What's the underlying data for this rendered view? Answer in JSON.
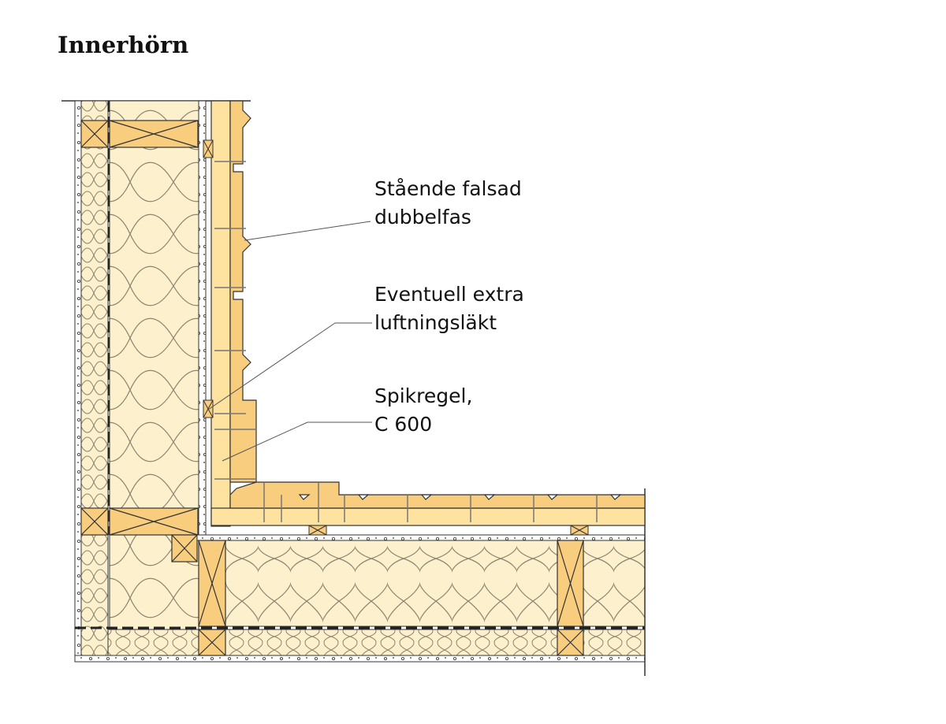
{
  "title": "Innerhörn",
  "labels": [
    {
      "line1": "Stående falsad",
      "line2": "dubbelfas"
    },
    {
      "line1": "Eventuell extra",
      "line2": "luftningsläkt"
    },
    {
      "line1": "Spikregel,",
      "line2": "C 600"
    }
  ],
  "colors": {
    "insulation": "#fdf0cc",
    "timber": "#f8cd7e",
    "cladding_light": "#fde2a0",
    "outline": "#333333"
  }
}
